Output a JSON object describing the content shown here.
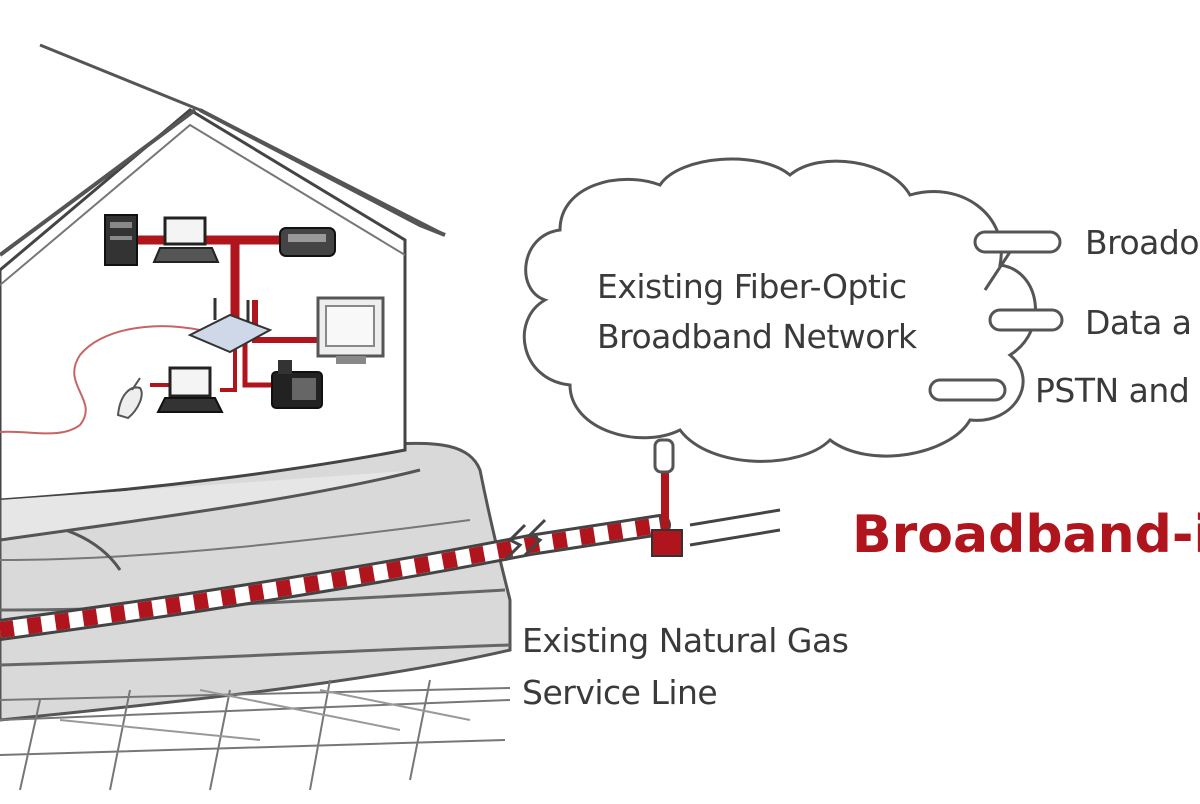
{
  "cloud": {
    "line1": "Existing Fiber-Optic",
    "line2": "Broadband Network"
  },
  "links": [
    {
      "label": "Broado"
    },
    {
      "label": "Data a"
    },
    {
      "label": "PSTN and"
    }
  ],
  "brand_text": "Broadband-i",
  "gas_line": {
    "line1": "Existing Natural Gas",
    "line2": "Service Line"
  },
  "colors": {
    "accent_red": "#b0141c",
    "line_gray": "#555555",
    "ground_gray": "#d9d9d9"
  },
  "icons": [
    "desktop-computer-icon",
    "laptop-icon",
    "printer-icon",
    "router-icon",
    "tv-icon",
    "laptop-icon",
    "phone-icon",
    "wireless-phone-icon"
  ]
}
